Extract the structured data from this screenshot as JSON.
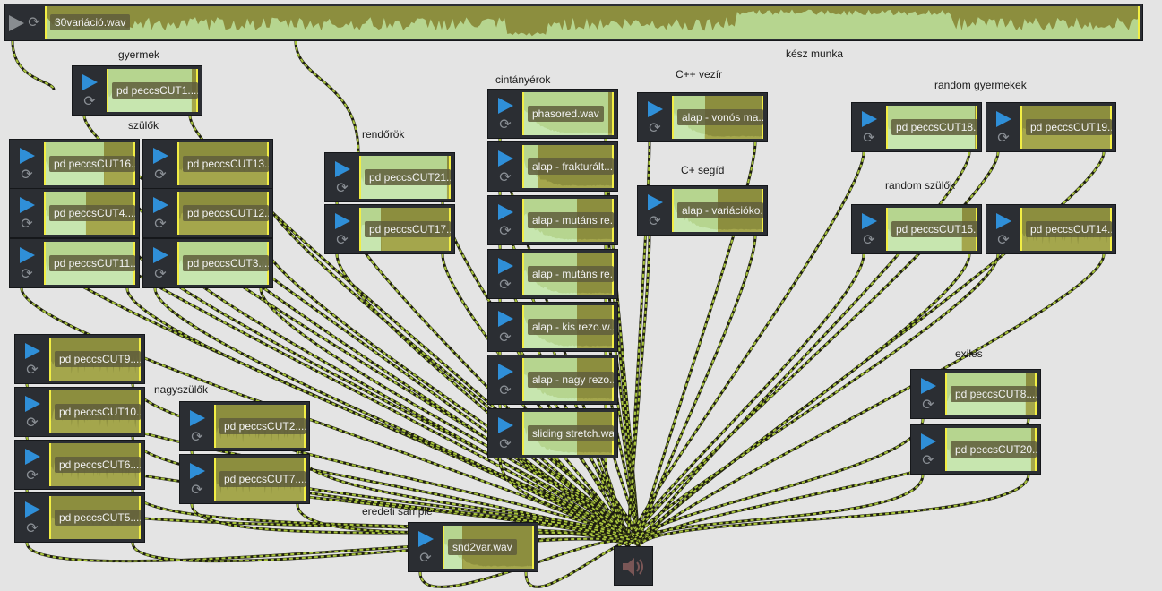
{
  "top_player": {
    "file": "30variáció.wav"
  },
  "labels": {
    "kesz_munka": "kész munka",
    "gyermek": "gyermek",
    "szulok": "szülők",
    "rendorok": "rendőrök",
    "cintanyerok": "cintányérok",
    "cpp_vezir": "C++ vezír",
    "c_segid": "C+ segíd",
    "random_gyermekek": "random gyermekek",
    "random_szulok": "random szülők",
    "nagyszulok": "nagyszülők",
    "exiles": "exiles",
    "eredeti_sample": "eredeti sample"
  },
  "players": [
    {
      "id": "cut1",
      "file": "pd peccsCUT1....",
      "played_fraction": 0.93
    },
    {
      "id": "cut16",
      "file": "pd peccsCUT16...",
      "played_fraction": 0.66
    },
    {
      "id": "cut13",
      "file": "pd peccsCUT13...",
      "played_fraction": 0.0
    },
    {
      "id": "cut4",
      "file": "pd peccsCUT4....",
      "played_fraction": 0.46
    },
    {
      "id": "cut12",
      "file": "pd peccsCUT12...",
      "played_fraction": 0.0
    },
    {
      "id": "cut11",
      "file": "pd peccsCUT11...",
      "played_fraction": 0.98
    },
    {
      "id": "cut3",
      "file": "pd peccsCUT3....",
      "played_fraction": 0.98
    },
    {
      "id": "cut21",
      "file": "pd peccsCUT21...",
      "played_fraction": 0.96
    },
    {
      "id": "cut17",
      "file": "pd peccsCUT17...",
      "played_fraction": 0.24
    },
    {
      "id": "phasored",
      "file": "phasored.wav",
      "played_fraction": 0.94
    },
    {
      "id": "frakturalt",
      "file": "alap - frakturált....",
      "played_fraction": 0.17
    },
    {
      "id": "mutans1",
      "file": "alap - mutáns re...",
      "played_fraction": 0.6
    },
    {
      "id": "mutans2",
      "file": "alap - mutáns re...",
      "played_fraction": 0.6
    },
    {
      "id": "kisrezo",
      "file": "alap - kis rezo.w...",
      "played_fraction": 0.6
    },
    {
      "id": "nagyrezo",
      "file": "alap - nagy rezo....",
      "played_fraction": 0.6
    },
    {
      "id": "sliding",
      "file": "sliding stretch.wav",
      "played_fraction": 0.6
    },
    {
      "id": "vonos",
      "file": "alap - vonós ma...",
      "played_fraction": 0.36
    },
    {
      "id": "variacioko",
      "file": "alap - variációko...",
      "played_fraction": 0.5
    },
    {
      "id": "cut18",
      "file": "pd peccsCUT18...",
      "played_fraction": 0.97
    },
    {
      "id": "cut19",
      "file": "pd peccsCUT19...",
      "played_fraction": 0.0
    },
    {
      "id": "cut15",
      "file": "pd peccsCUT15...",
      "played_fraction": 0.83
    },
    {
      "id": "cut14",
      "file": "pd peccsCUT14...",
      "played_fraction": 0.0
    },
    {
      "id": "cut9",
      "file": "pd peccsCUT9....",
      "played_fraction": 0.0
    },
    {
      "id": "cut10",
      "file": "pd peccsCUT10...",
      "played_fraction": 0.0
    },
    {
      "id": "cut6",
      "file": "pd peccsCUT6....",
      "played_fraction": 0.0
    },
    {
      "id": "cut5",
      "file": "pd peccsCUT5....",
      "played_fraction": 0.0
    },
    {
      "id": "cut2",
      "file": "pd peccsCUT2....",
      "played_fraction": 0.0
    },
    {
      "id": "cut7",
      "file": "pd peccsCUT7....",
      "played_fraction": 0.0
    },
    {
      "id": "cut8",
      "file": "pd peccsCUT8....",
      "played_fraction": 0.88
    },
    {
      "id": "cut20",
      "file": "pd peccsCUT20...",
      "played_fraction": 0.94
    },
    {
      "id": "snd2var",
      "file": "snd2var.wav",
      "played_fraction": 0.22
    }
  ],
  "icons": {
    "play": "play-icon",
    "loop": "loop-icon",
    "speaker": "speaker-icon"
  },
  "colors": {
    "background": "#e4e4e4",
    "player_body": "#2b2e33",
    "play_accent": "#2f8fd8",
    "wave_light": "#b6d58f",
    "wave_dark": "#8c8e3e",
    "edge_marker": "#f2ee44",
    "cable": "#a8c43c"
  }
}
